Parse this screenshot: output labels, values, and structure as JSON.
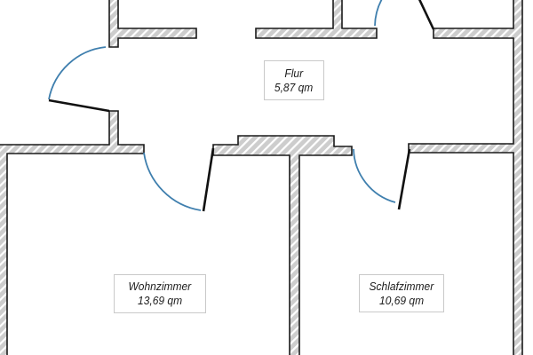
{
  "colors": {
    "background": "#ffffff",
    "wall_fill": "#cdcdcd",
    "wall_hatch": "#ffffff",
    "wall_outline": "#1a1a1a",
    "door_arc": "#3f7fae",
    "door_leaf": "#111111",
    "label_border": "#c9c9c9",
    "label_text": "#1b1b1b"
  },
  "rooms": [
    {
      "name": "Flur",
      "area": "5,87 qm"
    },
    {
      "name": "Wohnzimmer",
      "area": "13,69 qm"
    },
    {
      "name": "Schlafzimmer",
      "area": "10,69 qm"
    }
  ]
}
